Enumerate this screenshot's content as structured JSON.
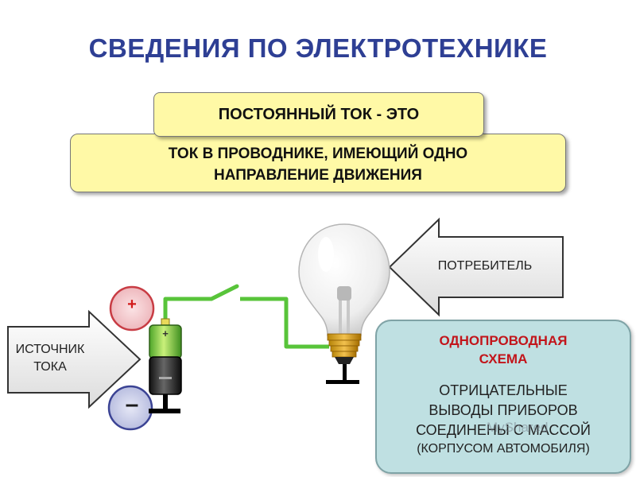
{
  "title": "СВЕДЕНИЯ ПО ЭЛЕКТРОТЕХНИКЕ",
  "definition": {
    "term": "ПОСТОЯННЫЙ ТОК - ЭТО",
    "line1": "ТОК В ПРОВОДНИКЕ, ИМЕЮЩИЙ ОДНО",
    "line2": "НАПРАВЛЕНИЕ ДВИЖЕНИЯ"
  },
  "circuit": {
    "consumer_label": "ПОТРЕБИТЕЛЬ",
    "source_label_line1": "ИСТОЧНИК",
    "source_label_line2": "ТОКА",
    "plus_sign": "+",
    "minus_sign": "–",
    "battery_plus": "+",
    "battery_minus": "–"
  },
  "scheme": {
    "title_line1": "ОДНОПРОВОДНАЯ",
    "title_line2": "СХЕМА",
    "text_line1": "ОТРИЦАТЕЛЬНЫЕ",
    "text_line2": "ВЫВОДЫ ПРИБОРОВ",
    "text_line3": "СОЕДИНЕНЫ С МАССОЙ",
    "note": "(КОРПУСОМ АВТОМОБИЛЯ)"
  },
  "watermark": "MyShared",
  "colors": {
    "title": "#2e3f94",
    "box_fill": "#fff9a6",
    "wire": "#58c43a",
    "scheme_fill": "#bfe0e2",
    "scheme_title": "#c2151b",
    "plus_circle": "#f3c9cc",
    "minus_circle": "#c9cce6"
  }
}
